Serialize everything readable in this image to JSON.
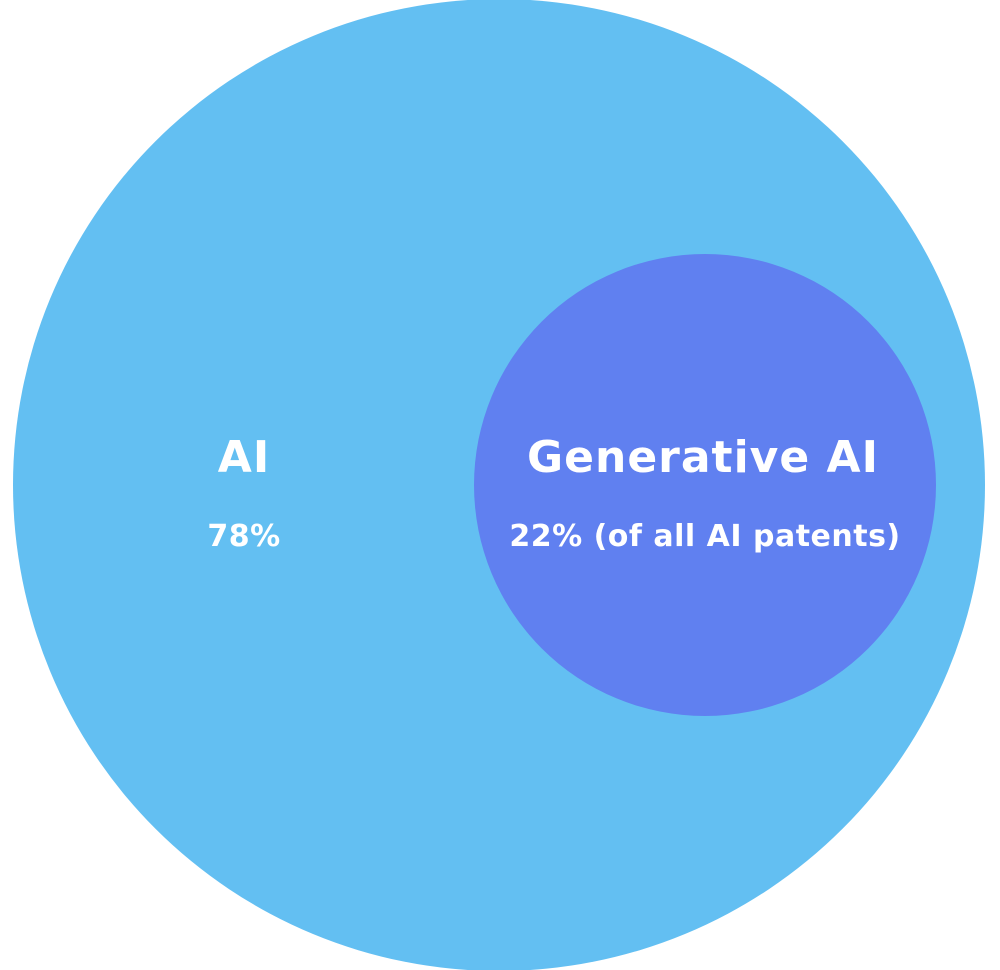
{
  "colors": {
    "outer_circle": "#63bff2",
    "inner_circle": "#6080f0",
    "text": "#ffffff",
    "background": "#ffffff"
  },
  "outer": {
    "title": "AI",
    "value_text": "78%"
  },
  "inner": {
    "title": "Generative AI",
    "value_text": "22% (of all AI patents)"
  },
  "chart_data": {
    "type": "nested-circles",
    "sets": [
      {
        "name": "AI",
        "share_percent": 78
      },
      {
        "name": "Generative AI",
        "share_percent": 22,
        "note": "(of all AI patents)",
        "subset_of": "AI"
      }
    ]
  }
}
